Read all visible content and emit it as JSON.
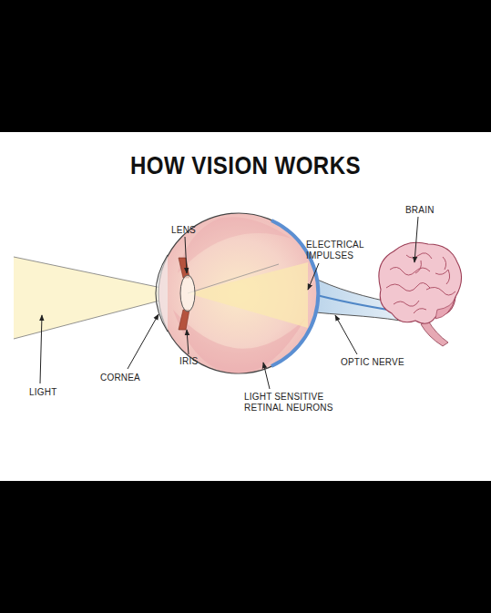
{
  "diagram": {
    "title": "HOW VISION WORKS",
    "labels": [
      "LENS",
      "ELECTRICAL IMPULSES",
      "BRAIN",
      "CORNEA",
      "IRIS",
      "OPTIC NERVE",
      "LIGHT",
      "LIGHT SENSITIVE RETINAL NEURONS"
    ]
  }
}
